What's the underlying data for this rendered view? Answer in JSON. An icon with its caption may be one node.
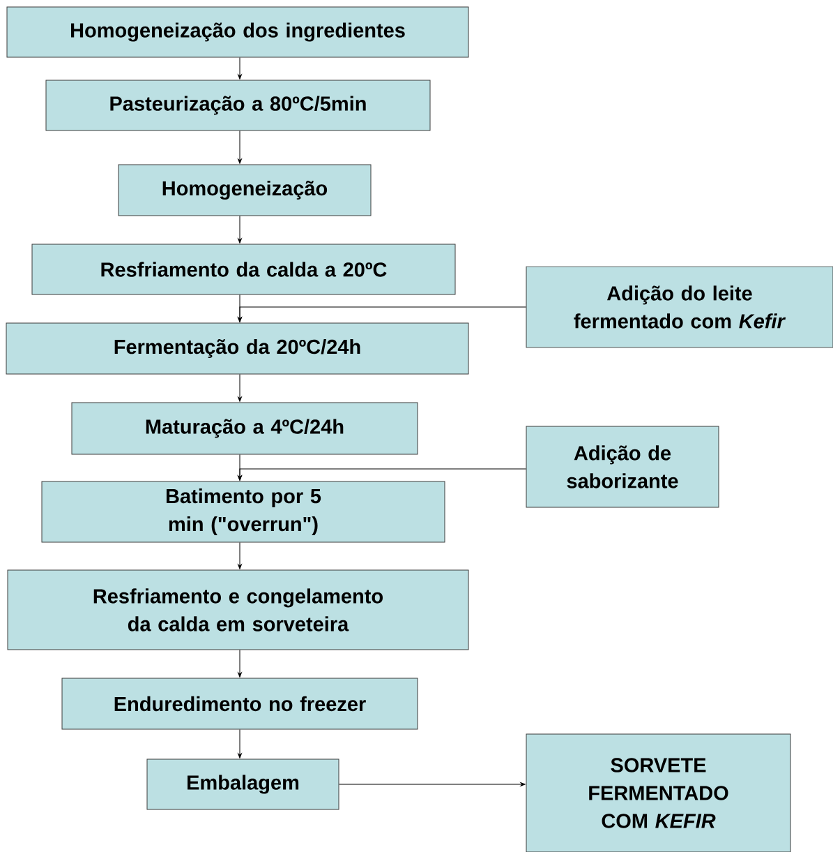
{
  "diagram": {
    "nodes": [
      {
        "text": [
          "Homogeneização dos ingredientes"
        ]
      },
      {
        "text": [
          "Pasteurização a 80ºC/5min"
        ]
      },
      {
        "text": [
          "Homogeneização"
        ]
      },
      {
        "text": [
          "Resfriamento da calda a 20ºC"
        ]
      },
      {
        "text": [
          "Fermentação da 20ºC/24h"
        ]
      },
      {
        "text": [
          "Adição do leite fermentado com *Kefir*"
        ]
      },
      {
        "text": [
          "Maturação a 4ºC/24h"
        ]
      },
      {
        "text": [
          "Batimento por 5 min (\"overrun\")"
        ]
      },
      {
        "text": [
          "Adição de saborizante"
        ]
      },
      {
        "text": [
          "Resfriamento e congelamento da calda em sorveteira"
        ]
      },
      {
        "text": [
          "Enduredimento no freezer"
        ]
      },
      {
        "text": [
          "Embalagem"
        ]
      },
      {
        "text": [
          "SORVETE FERMENTADO COM *KEFIR*"
        ]
      }
    ],
    "edges": [
      {
        "from": 0,
        "to": 1,
        "arrow": "to"
      },
      {
        "from": 1,
        "to": 2,
        "arrow": "to"
      },
      {
        "from": 2,
        "to": 3,
        "arrow": "to"
      },
      {
        "from": 3,
        "to": 4,
        "arrow": "to"
      },
      {
        "from": 5,
        "to": 4,
        "arrow": "to"
      },
      {
        "from": 4,
        "to": 6,
        "arrow": "to"
      },
      {
        "from": 6,
        "to": 7,
        "arrow": "to"
      },
      {
        "from": 8,
        "to": 7,
        "arrow": "to"
      },
      {
        "from": 7,
        "to": 9,
        "arrow": "to"
      },
      {
        "from": 9,
        "to": 10,
        "arrow": "to"
      },
      {
        "from": 10,
        "to": 11,
        "arrow": "to"
      },
      {
        "from": 11,
        "to": 12,
        "arrow": "to"
      }
    ]
  }
}
